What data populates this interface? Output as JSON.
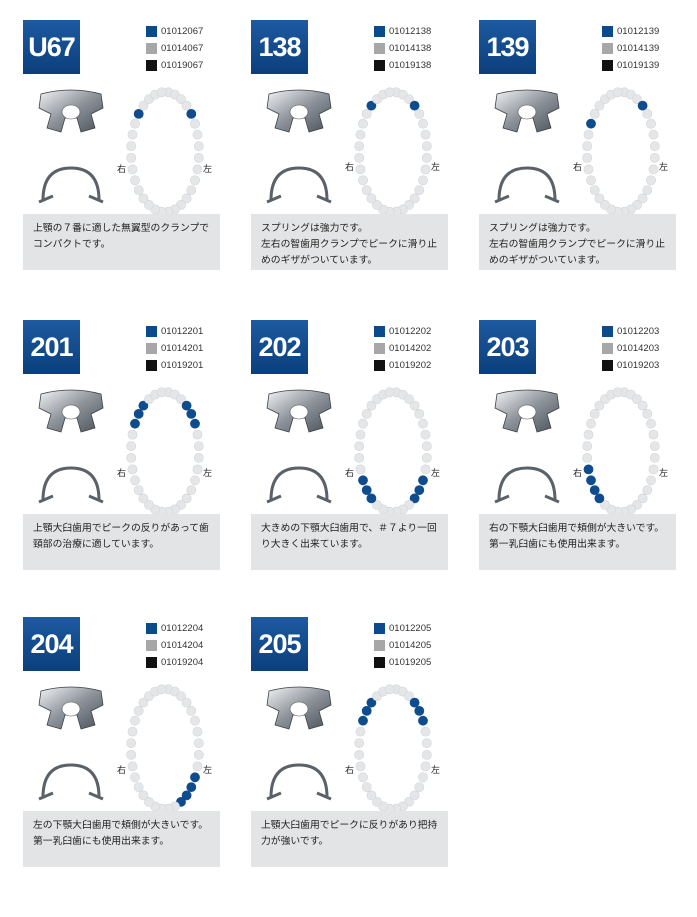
{
  "colors": {
    "accent": "#0b4a8b",
    "gray": "#a7a7a7",
    "black": "#111111",
    "panel": "#e3e4e5",
    "tooth": "#e4e6e8",
    "mark": "#0f4c8e"
  },
  "side_right": "右",
  "side_left": "左",
  "cards": [
    {
      "model": "U67",
      "codes": [
        "01012067",
        "01014067",
        "01019067"
      ],
      "description": "上顎の７番に適した無翼型のクランプでコンパクトです。"
    },
    {
      "model": "138",
      "codes": [
        "01012138",
        "01014138",
        "01019138"
      ],
      "description": "スプリングは強力です。\n左右の智歯用クランプでピークに滑り止めのギザがついています。"
    },
    {
      "model": "139",
      "codes": [
        "01012139",
        "01014139",
        "01019139"
      ],
      "description": "スプリングは強力です。\n左右の智歯用クランプでピークに滑り止めのギザがついています。"
    },
    {
      "model": "201",
      "codes": [
        "01012201",
        "01014201",
        "01019201"
      ],
      "description": "上顎大臼歯用でピークの反りがあって歯頸部の治療に適しています。"
    },
    {
      "model": "202",
      "codes": [
        "01012202",
        "01014202",
        "01019202"
      ],
      "description": "大きめの下顎大臼歯用で、＃７より一回り大きく出来ています。"
    },
    {
      "model": "203",
      "codes": [
        "01012203",
        "01014203",
        "01019203"
      ],
      "description": "右の下顎大臼歯用で頬側が大きいです。\n第一乳臼歯にも使用出来ます。"
    },
    {
      "model": "204",
      "codes": [
        "01012204",
        "01014204",
        "01019204"
      ],
      "description": "左の下顎大臼歯用で頬側が大きいです。\n第一乳臼歯にも使用出来ます。"
    },
    {
      "model": "205",
      "codes": [
        "01012205",
        "01014205",
        "01019205"
      ],
      "description": "上顎大臼歯用でピークに反りがあり把持力が強いです。"
    }
  ]
}
